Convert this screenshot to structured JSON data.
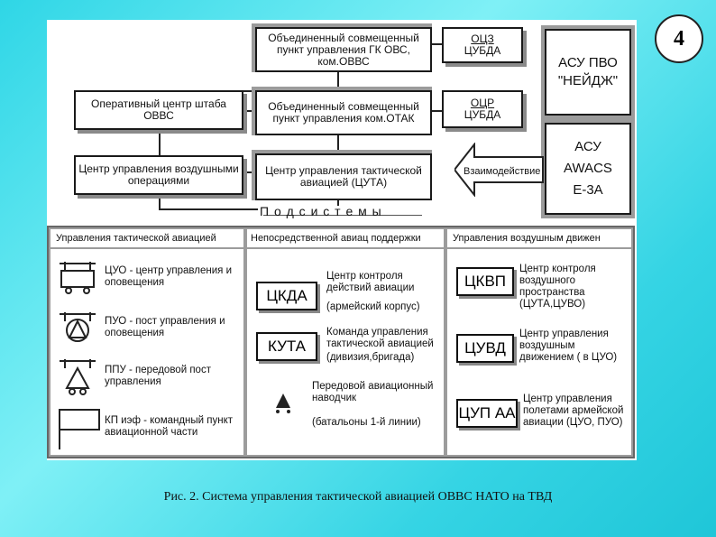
{
  "slide_number": "4",
  "top_boxes": {
    "joint_center": "Объединенный совмещенный пункт управления ГК ОВС, ком.ОВВС",
    "ocz": "ОЦЗ",
    "cubda1": "ЦУБДА",
    "ops_center": "Оперативный центр штаба ОВВС",
    "joint_otak": "Объединенный совмещенный пункт управления ком.ОТАК",
    "ocr": "ОЦР",
    "cubda2": "ЦУБДА",
    "air_ops": "Центр управления воздушными операциями",
    "tac_center": "Центр управления тактической авиацией (ЦУТА)",
    "interaction": "Взаимодействие",
    "acu_pvo": "АСУ ПВО \"НЕЙДЖ\"",
    "acu": "АСУ",
    "awacs": "AWACS",
    "e3a": "Е-3А",
    "subsystems": "П о д с и с т е м ы"
  },
  "columns": {
    "left_header": "Управления тактической авиацией",
    "mid_header": "Непосредственной авиац поддержки",
    "right_header": "Управления воздушным движен"
  },
  "left_items": [
    "ЦУО - центр управления и оповещения",
    "ПУО - пост управления и оповещения",
    "ППУ - передовой пост управления",
    "КП иэф - командный пункт авиационной части"
  ],
  "mid_items": {
    "ckda_code": "ЦКДА",
    "ckda_text": "Центр контроля действий авиации",
    "army_corps": "(армейский корпус)",
    "kuta_code": "КУТА",
    "kuta_text": "Команда управления тактической авиацией",
    "kuta_sub": "(дивизия,бригада)",
    "forward_text": "Передовой авиационный наводчик",
    "forward_sub": "(батальоны 1-й линии)"
  },
  "right_items": {
    "ckvp_code": "ЦКВП",
    "ckvp_text": "Центр контроля воздушного пространства (ЦУТА,ЦУВО)",
    "cuvd_code": "ЦУВД",
    "cuvd_text": "Центр управления воздушным движением ( в ЦУО)",
    "cupaa_code": "ЦУП АА",
    "cupaa_text": "Центр управления полетами армейской авиации (ЦУО, ПУО)"
  },
  "caption": "Рис. 2. Система управления тактической авиацией ОВВС НАТО на ТВД"
}
